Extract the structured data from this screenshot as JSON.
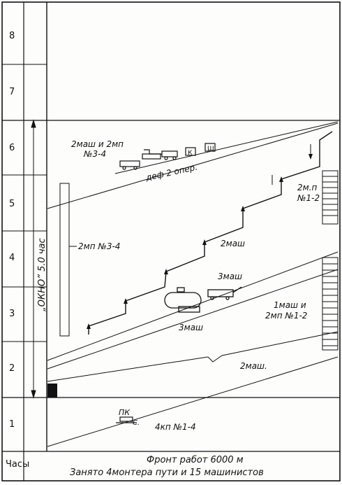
{
  "hours": [
    "8",
    "7",
    "6",
    "5",
    "4",
    "3",
    "2",
    "1"
  ],
  "hours_header": "Часы",
  "window_label": "„ОКНО”   5.0 час",
  "footer": {
    "line1": "Фронт   работ   6000 м",
    "line2": "Занято   4монтера пути   и  15 машинистов"
  },
  "labels": {
    "top_train": "2маш и 2мп",
    "top_train_num": "№3-4",
    "defect": "деф 2 опер.",
    "k_box": "К",
    "sh_box": "Ш",
    "mp_3_4": "2мп №3-4",
    "mp_1_2_a": "2м.п",
    "mp_1_2_b": "№1-2",
    "mash_staircase": "2маш",
    "mash3_top": "3маш",
    "mash3_bottom": "3маш",
    "mash1_a": "1маш и",
    "mash1_b": "2мп №1-2",
    "mash2": "2маш.",
    "pk_a": "ПК",
    "pk_b": "С.",
    "kp": "4кп №1-4"
  }
}
